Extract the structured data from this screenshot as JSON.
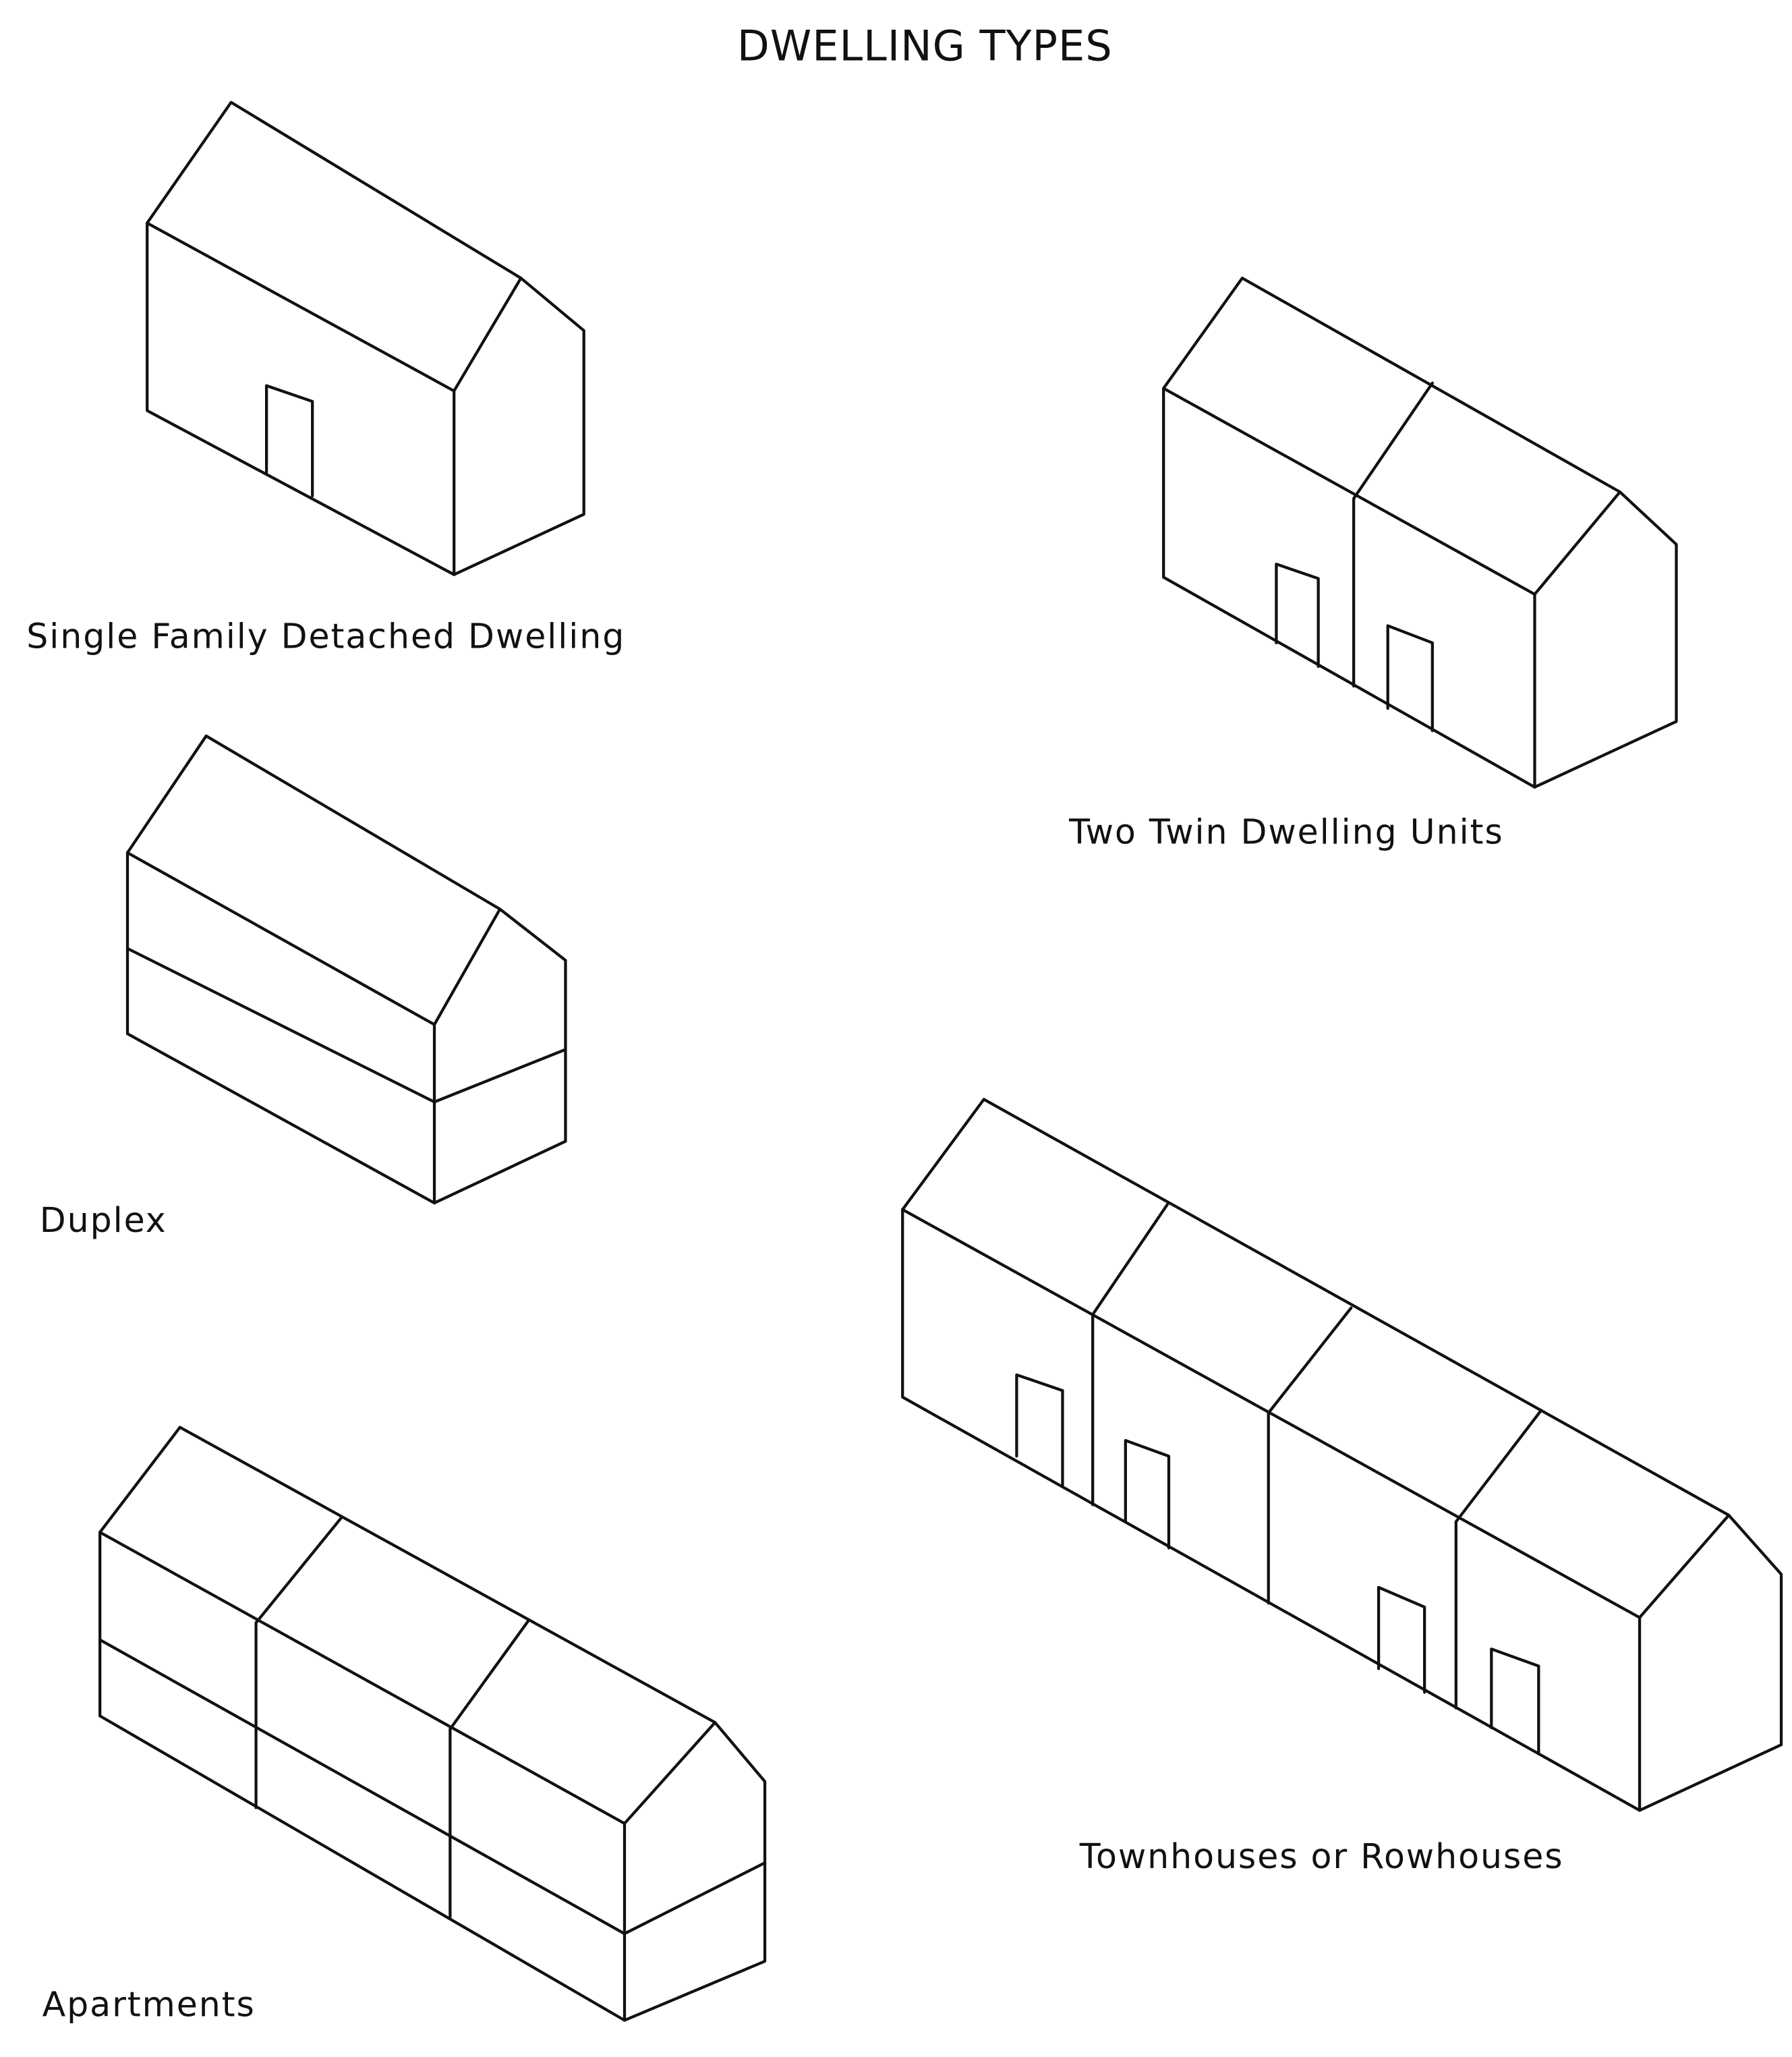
{
  "title": "DWELLING TYPES",
  "labels": {
    "single_family": "Single Family Detached Dwelling",
    "two_twin": "Two Twin Dwelling Units",
    "duplex": "Duplex",
    "townhouses": "Townhouses or Rowhouses",
    "apartments": "Apartments"
  }
}
